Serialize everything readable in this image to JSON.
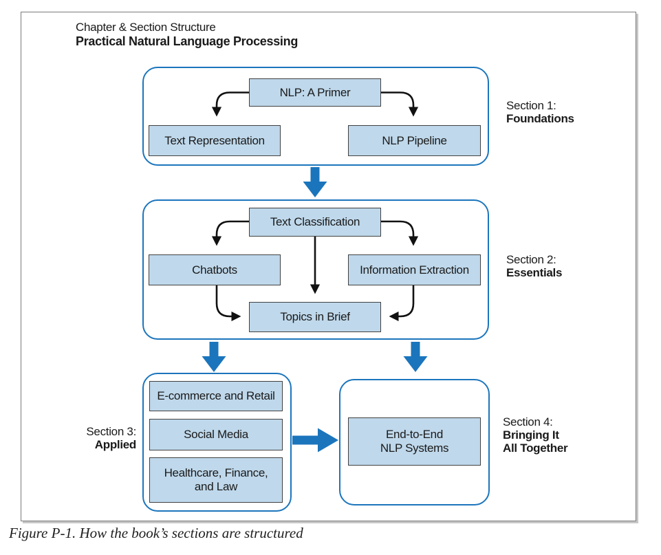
{
  "figure": {
    "eyebrow": "Chapter & Section Structure",
    "title": "Practical Natural Language Processing",
    "caption": "Figure P-1. How the book’s sections are structured"
  },
  "colors": {
    "accent_blue": "#1b75bc",
    "node_fill": "#bfd8eb",
    "node_border": "#404040",
    "arrow_black": "#111111",
    "frame_border": "#7a7a7a",
    "text": "#1a1a1a"
  },
  "sections": {
    "s1": {
      "prefix": "Section 1:",
      "name": "Foundations",
      "nodes": {
        "primer": "NLP: A Primer",
        "textrep": "Text Representation",
        "pipeline": "NLP Pipeline"
      }
    },
    "s2": {
      "prefix": "Section 2:",
      "name": "Essentials",
      "nodes": {
        "textclass": "Text Classification",
        "chatbots": "Chatbots",
        "infoext": "Information Extraction",
        "topics": "Topics in Brief"
      }
    },
    "s3": {
      "prefix": "Section 3:",
      "name": "Applied",
      "nodes": {
        "ecommerce": "E-commerce and Retail",
        "social": "Social Media",
        "health_lines": [
          "Healthcare, Finance,",
          "and Law"
        ]
      }
    },
    "s4": {
      "prefix": "Section 4:",
      "name_lines": [
        "Bringing It",
        "All Together"
      ],
      "nodes": {
        "end2end_lines": [
          "End-to-End",
          "NLP Systems"
        ]
      }
    }
  }
}
